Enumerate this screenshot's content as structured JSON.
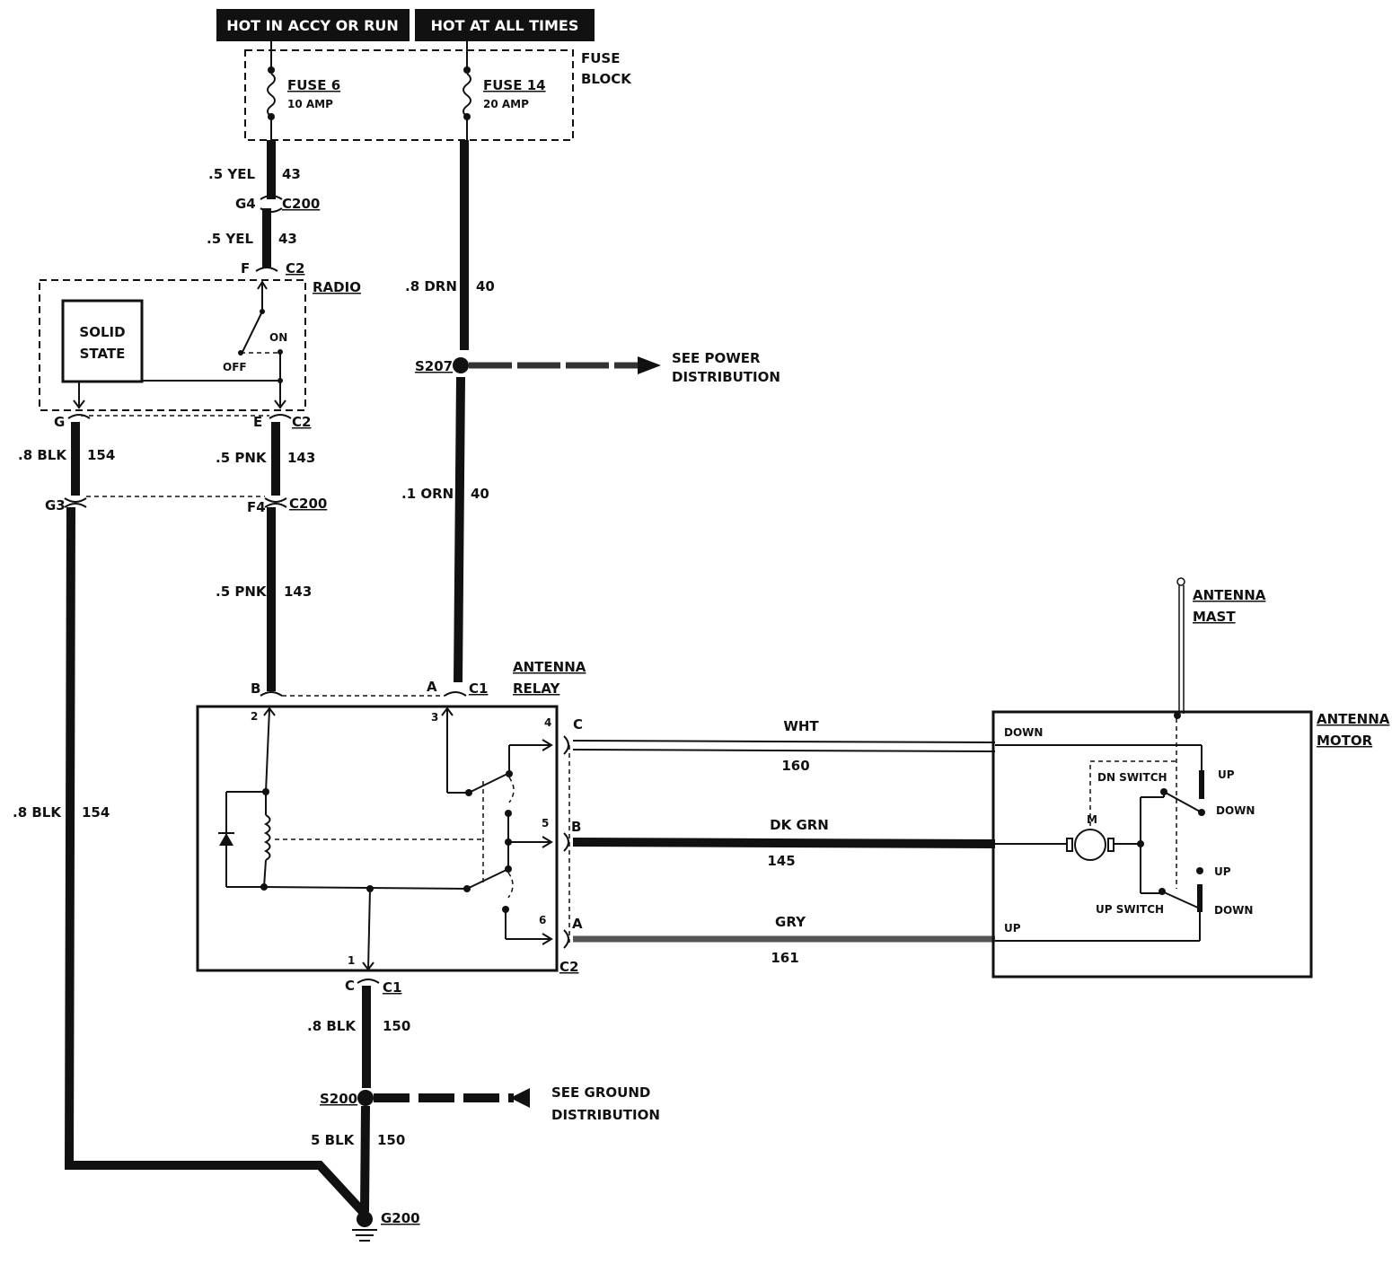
{
  "header": {
    "hot_accy_run": "HOT IN ACCY OR RUN",
    "hot_all_times": "HOT AT ALL TIMES"
  },
  "fuse_block": {
    "title_line1": "FUSE",
    "title_line2": "BLOCK",
    "fuse6_name": "FUSE 6",
    "fuse6_rating": "10 AMP",
    "fuse14_name": "FUSE 14",
    "fuse14_rating": "20 AMP"
  },
  "radio": {
    "title": "RADIO",
    "solid_state_line1": "SOLID",
    "solid_state_line2": "STATE",
    "switch_on": "ON",
    "switch_off": "OFF"
  },
  "connectors": {
    "g4": "G4",
    "c200_top": "C200",
    "f": "F",
    "c2_top": "C2",
    "g": "G",
    "e": "E",
    "c2_mid": "C2",
    "g3": "G3",
    "f4": "F4",
    "c200_mid": "C200",
    "b": "B",
    "a": "A",
    "c1_relay": "C1",
    "c_relay_bottom": "C",
    "c1_bottom": "C1",
    "c_out": "C",
    "b_out": "B",
    "a_out": "A",
    "c2_relay": "C2"
  },
  "wires": {
    "yel_gauge_1": ".5 YEL",
    "yel_circuit_1": "43",
    "yel_gauge_2": ".5 YEL",
    "yel_circuit_2": "43",
    "orn_gauge_1": ".8 DRN",
    "orn_circuit_1": "40",
    "orn_gauge_2": ".1 ORN",
    "orn_circuit_2": "40",
    "blk_gauge_1": ".8 BLK",
    "blk_circuit_1": "154",
    "pnk_gauge_1": ".5 PNK",
    "pnk_circuit_1": "143",
    "pnk_gauge_2": ".5 PNK",
    "pnk_circuit_2": "143",
    "blk_gauge_2": ".8 BLK",
    "blk_circuit_2": "154",
    "blk_gauge_3": ".8 BLK",
    "blk_circuit_3": "150",
    "blk_gauge_4": "5 BLK",
    "blk_circuit_4": "150",
    "wht_color": "WHT",
    "wht_circuit": "160",
    "dkgrn_color": "DK GRN",
    "dkgrn_circuit": "145",
    "gry_color": "GRY",
    "gry_circuit": "161"
  },
  "splices": {
    "s207": "S207",
    "see_power_line1": "SEE POWER",
    "see_power_line2": "DISTRIBUTION",
    "s200": "S200",
    "see_ground_line1": "SEE GROUND",
    "see_ground_line2": "DISTRIBUTION",
    "g200": "G200"
  },
  "relay": {
    "title_line1": "ANTENNA",
    "title_line2": "RELAY",
    "pin1": "1",
    "pin2": "2",
    "pin3": "3",
    "pin4": "4",
    "pin5": "5",
    "pin6": "6"
  },
  "motor": {
    "title_line1": "ANTENNA",
    "title_line2": "MOTOR",
    "mast_line1": "ANTENNA",
    "mast_line2": "MAST",
    "down_term": "DOWN",
    "up_term": "UP",
    "dn_switch": "DN SWITCH",
    "up_switch": "UP SWITCH",
    "up_1": "UP",
    "down_1": "DOWN",
    "up_2": "UP",
    "down_2": "DOWN",
    "motor_symbol": "M"
  }
}
